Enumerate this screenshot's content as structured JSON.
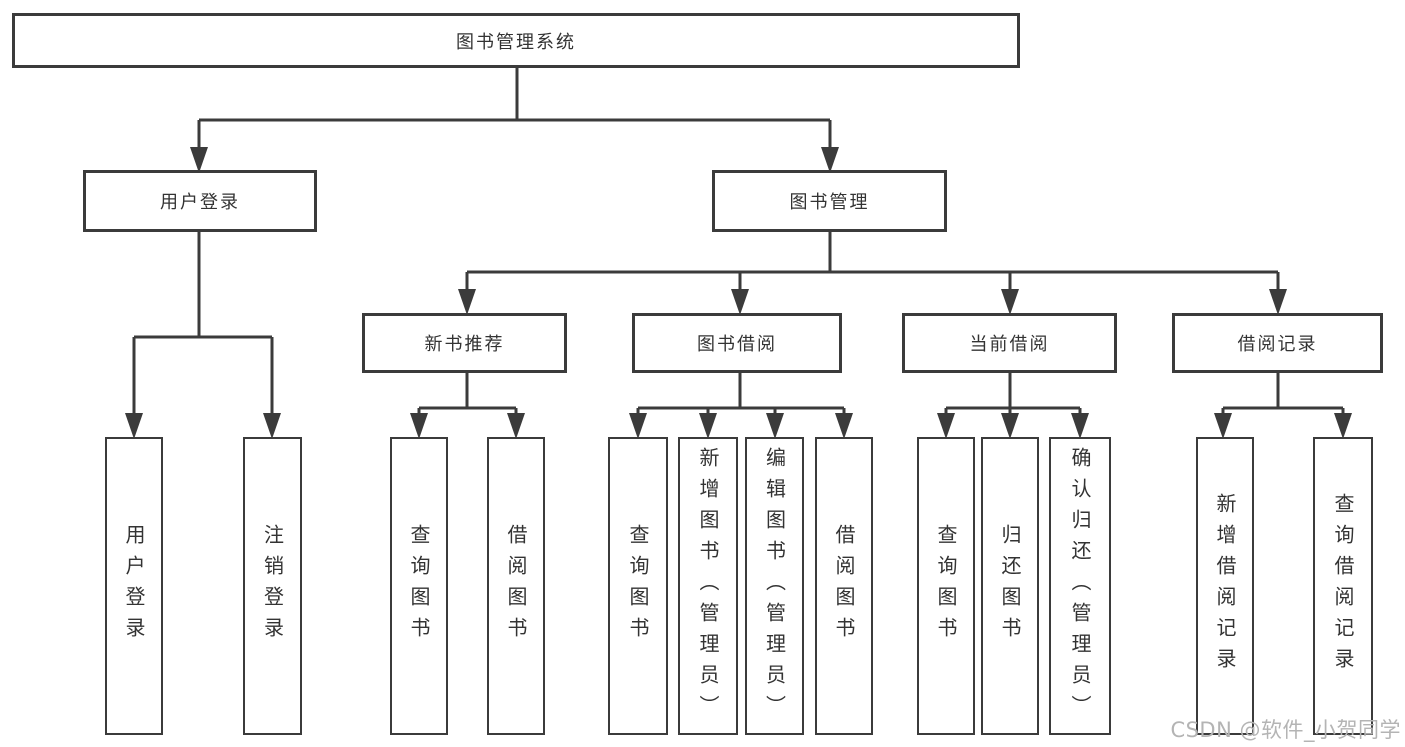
{
  "diagram": {
    "root": {
      "label": "图书管理系统"
    },
    "level2": [
      {
        "label": "用户登录"
      },
      {
        "label": "图书管理"
      }
    ],
    "level3": [
      {
        "label": "新书推荐"
      },
      {
        "label": "图书借阅"
      },
      {
        "label": "当前借阅"
      },
      {
        "label": "借阅记录"
      }
    ],
    "leaves": {
      "user_login": [
        {
          "label": "用户登录"
        },
        {
          "label": "注销登录"
        }
      ],
      "new_book": [
        {
          "label": "查询图书"
        },
        {
          "label": "借阅图书"
        }
      ],
      "book_borrow": [
        {
          "label": "查询图书"
        },
        {
          "label": "新增图书（管理员）"
        },
        {
          "label": "编辑图书（管理员）"
        },
        {
          "label": "借阅图书"
        }
      ],
      "current_borrow": [
        {
          "label": "查询图书"
        },
        {
          "label": "归还图书"
        },
        {
          "label": "确认归还（管理员）"
        }
      ],
      "borrow_records": [
        {
          "label": "新增借阅记录"
        },
        {
          "label": "查询借阅记录"
        }
      ]
    },
    "watermark": "CSDN @软件_小贺同学",
    "colors": {
      "line": "#3b3b3b",
      "text": "#333333",
      "watermark": "#b4b4b4",
      "background": "#ffffff"
    }
  }
}
